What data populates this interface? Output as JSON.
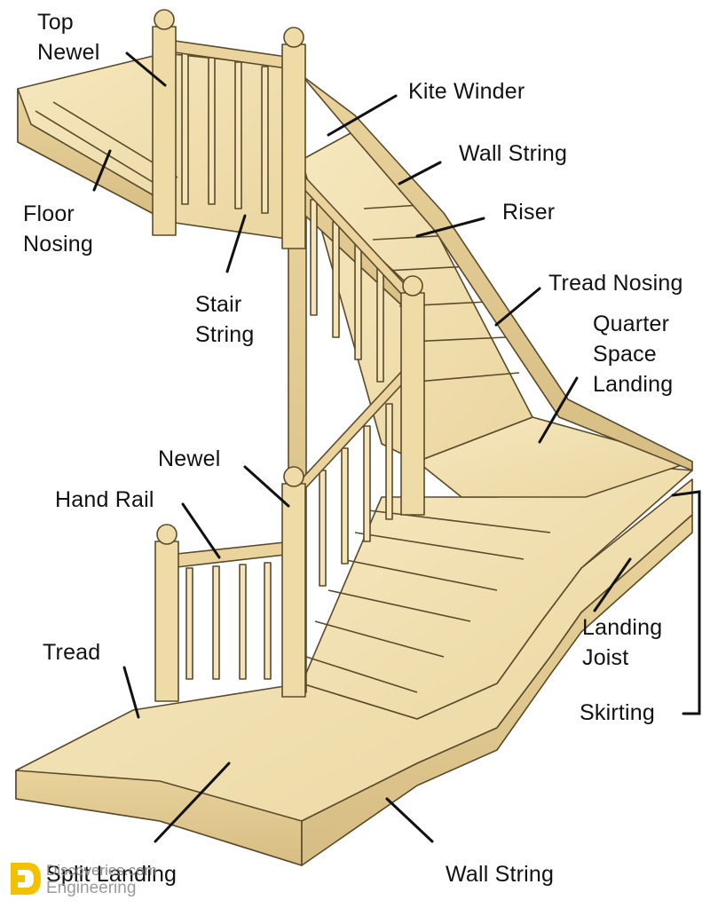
{
  "labels": {
    "top_newel": "Top\nNewel",
    "kite_winder": "Kite Winder",
    "wall_string_top": "Wall String",
    "floor_nosing": "Floor\nNosing",
    "riser": "Riser",
    "stair_string": "Stair\nString",
    "tread_nosing": "Tread Nosing",
    "quarter_space_landing": "Quarter\nSpace\nLanding",
    "newel": "Newel",
    "hand_rail": "Hand Rail",
    "landing_joist": "Landing\nJoist",
    "tread": "Tread",
    "skirting": "Skirting",
    "split_landing": "Split Landing",
    "wall_string_bottom": "Wall String"
  },
  "watermark": {
    "line1": "Discoveries.com",
    "line2": "Engineering"
  },
  "colors": {
    "wood": "#f1dfae",
    "wood_dark": "#d9c28a",
    "wood_light": "#f8ecc8",
    "outline": "#5a4a2a",
    "leader": "#111111",
    "logo_yellow": "#f2c200"
  }
}
